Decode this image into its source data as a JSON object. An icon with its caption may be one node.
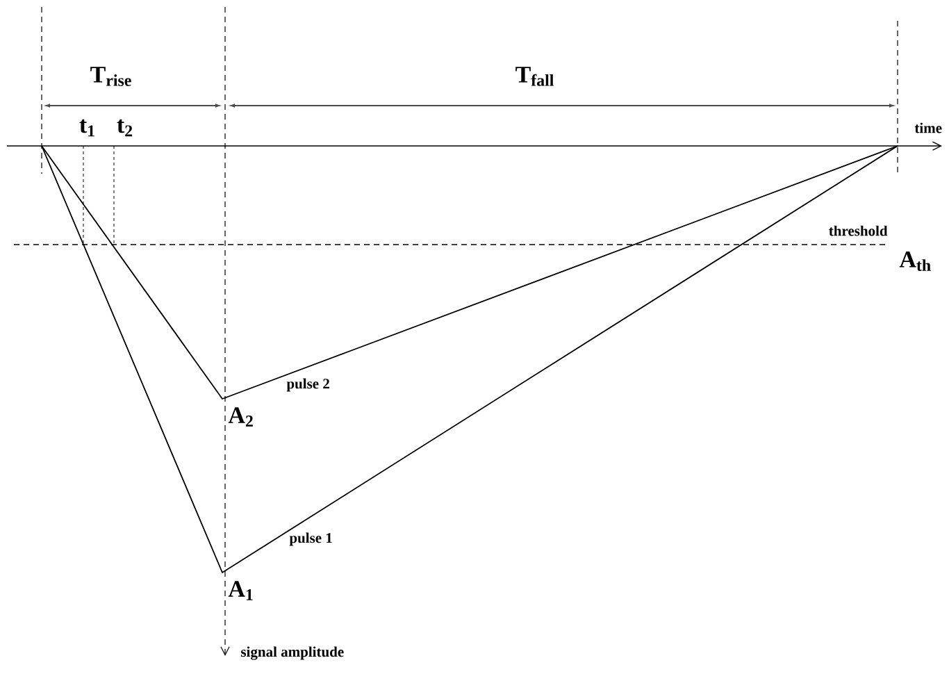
{
  "diagram": {
    "labels": [
      "T$_{rise}$",
      "T$_{fall}$",
      "t$_{1}$",
      "t$_{2}$",
      "time",
      "threshold",
      "A$_{th}$",
      "pulse 2",
      "A$_{2}$",
      "pulse 1",
      "A$_{1}$",
      "signal amplitude"
    ]
  }
}
